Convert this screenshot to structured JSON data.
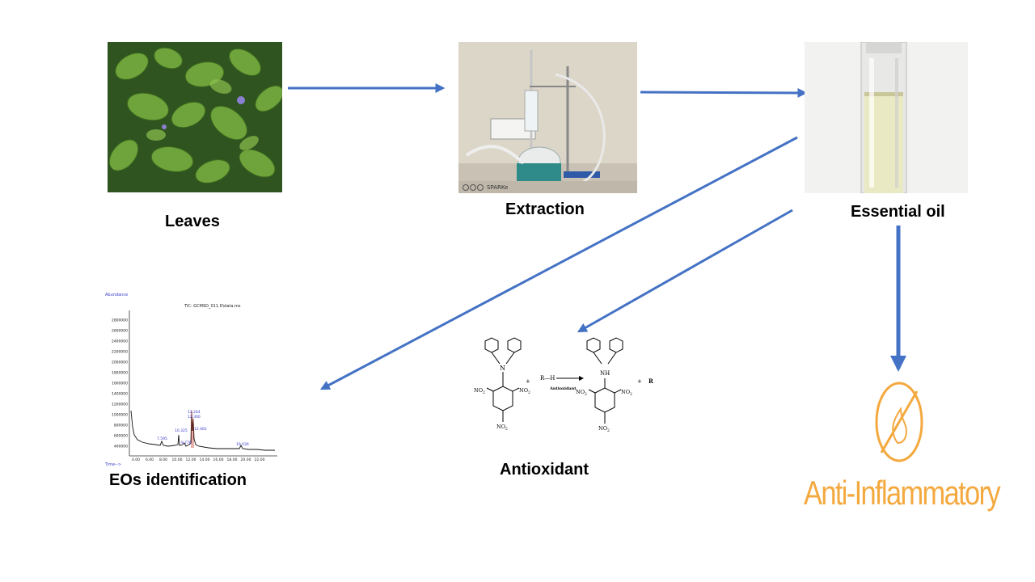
{
  "labels": {
    "leaves": "Leaves",
    "extraction": "Extraction",
    "essential_oil": "Essential oil",
    "eos_identification": "EOs identification",
    "antioxidant": "Antioxidant",
    "anti_inflammatory": "Anti-Inflammatory"
  },
  "extraction_photo": {
    "watermark": "SPARKe"
  },
  "gcms": {
    "y_axis_title": "Abundance",
    "x_axis_title": "Time-->",
    "plot_title": "TIC: GCMSD_011.D\\data.ms",
    "y_ticks": [
      "400000",
      "600000",
      "800000",
      "1000000",
      "1200000",
      "1400000",
      "1600000",
      "1800000",
      "2000000",
      "2200000",
      "2400000",
      "2600000",
      "2800000"
    ],
    "x_ticks": [
      "4.00",
      "6.00",
      "8.00",
      "10.00",
      "12.00",
      "14.00",
      "16.00",
      "18.00",
      "20.00",
      "22.00"
    ],
    "peak_labels": [
      "7.595",
      "10.325",
      "9.776",
      "12.244",
      "12.300",
      "12.462",
      "19.036"
    ]
  },
  "reaction": {
    "n_radical": "N",
    "nh": "NH",
    "no2": "NO",
    "no2_sub": "2",
    "plus": "+",
    "rh": "R—H",
    "antioxidant_small": "Antioxidant",
    "r_radical": "R"
  },
  "colors": {
    "arrow": "#4472C4",
    "orange": "#F4A93F",
    "gc_trace": "#111111",
    "gc_label": "#3a3acc",
    "gc_peak": "#c0392b"
  }
}
